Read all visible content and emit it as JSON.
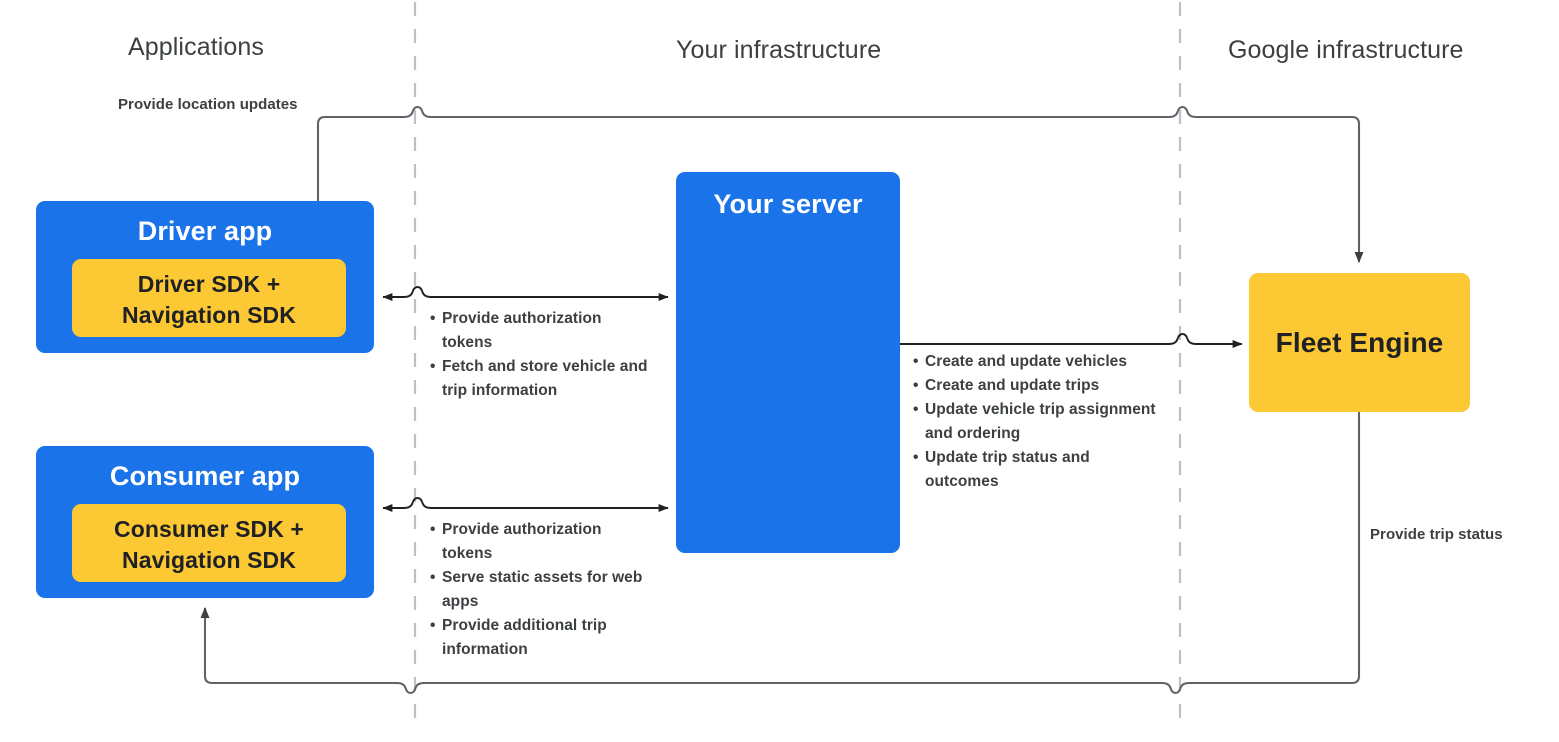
{
  "zones": [
    {
      "id": "applications",
      "label": "Applications"
    },
    {
      "id": "your-infrastructure",
      "label": "Your infrastructure"
    },
    {
      "id": "google-infrastructure",
      "label": "Google infrastructure"
    }
  ],
  "nodes": {
    "driver_app": {
      "title": "Driver app",
      "inner_title": "Driver SDK +\nNavigation SDK",
      "inner_line1": "Driver SDK +",
      "inner_line2": "Navigation SDK",
      "color": "#1a73e8",
      "inner_color": "#fcc934"
    },
    "consumer_app": {
      "title": "Consumer app",
      "inner_line1": "Consumer SDK +",
      "inner_line2": "Navigation SDK",
      "color": "#1a73e8",
      "inner_color": "#fcc934"
    },
    "your_server": {
      "title": "Your server",
      "color": "#1a73e8"
    },
    "fleet_engine": {
      "title": "Fleet Engine",
      "color": "#fcc934"
    }
  },
  "edges": {
    "provide_location_updates": {
      "label": "Provide location updates"
    },
    "provide_trip_status": {
      "label": "Provide trip status"
    },
    "driver_server": {
      "items": [
        "Provide authorization tokens",
        "Fetch and store vehicle and trip information"
      ]
    },
    "consumer_server": {
      "items": [
        "Provide authorization tokens",
        "Serve static assets for web apps",
        "Provide additional trip information"
      ]
    },
    "server_fleet": {
      "items": [
        "Create and update vehicles",
        "Create and update trips",
        "Update vehicle trip assignment and ordering",
        "Update trip status and outcomes"
      ]
    }
  },
  "colors": {
    "blue": "#1a73e8",
    "yellow": "#fcc934",
    "line": "#5f6368",
    "divider": "#bdc1c6",
    "text_dark": "#3c4043"
  }
}
